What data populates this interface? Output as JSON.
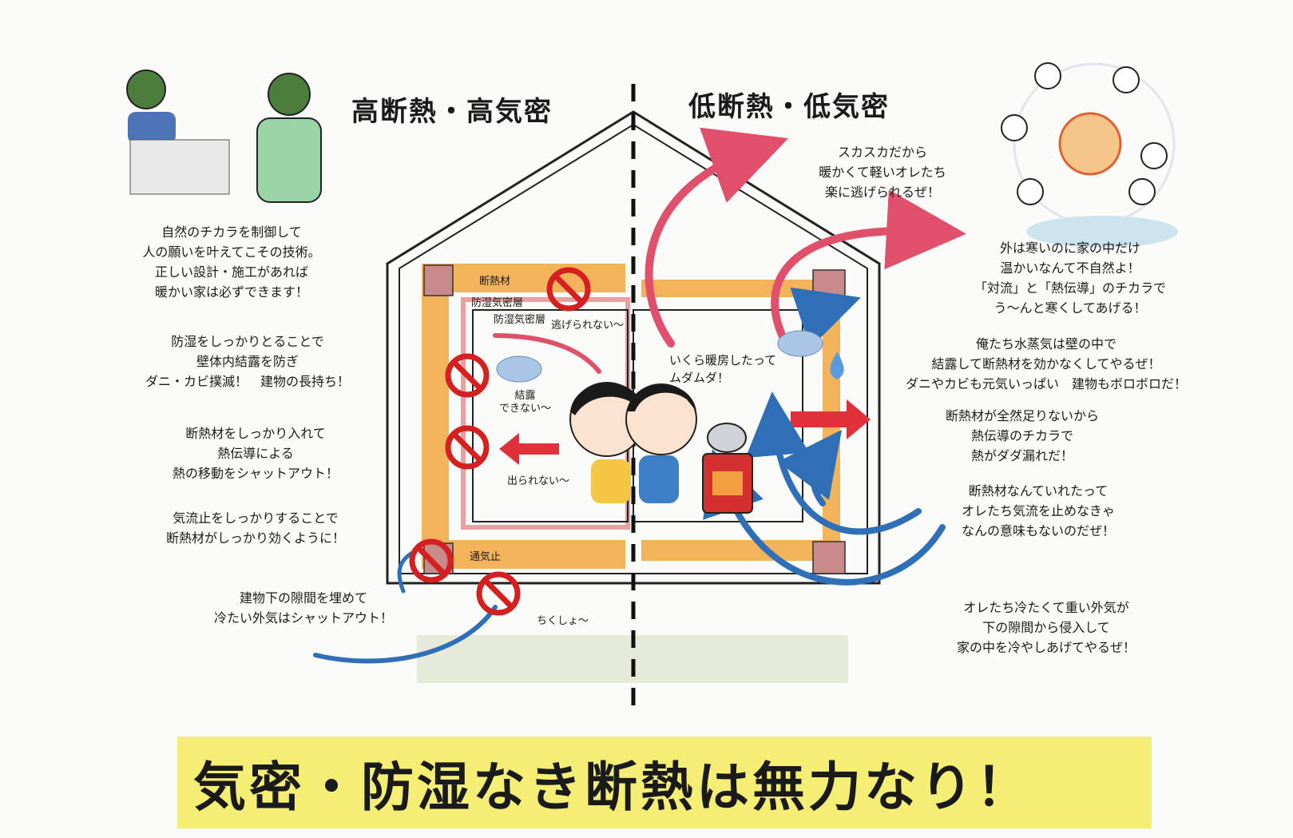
{
  "headings": {
    "left": "高断熱・高気密",
    "right": "低断熱・低気密"
  },
  "left_texts": [
    "自然のチカラを制御して\n人の願いを叶えてこその技術。\n正しい設計・施工があれば\n暖かい家は必ずできます！",
    "防湿をしっかりとることで\n壁体内結露を防ぎ\nダニ・カビ撲滅！　建物の長持ち！",
    "断熱材をしっかり入れて\n熱伝導による\n熱の移動をシャットアウト！",
    "気流止をしっかりすることで\n断熱材がしっかり効くように！",
    "建物下の隙間を埋めて\n冷たい外気はシャットアウト！"
  ],
  "right_texts": [
    "スカスカだから\n暖かくて軽いオレたち\n楽に逃げられるぜ！",
    "外は寒いのに家の中だけ\n温かいなんて不自然よ！\n「対流」と「熱伝導」のチカラで\nう〜んと寒くしてあげる！",
    "俺たち水蒸気は壁の中で\n結露して断熱材を効かなくしてやるぜ！\nダニやカビも元気いっぱい　建物もボロボロだ！",
    "断熱材が全然足りないから\n熱伝導のチカラで\n熱がダダ漏れだ！",
    "断熱材なんていれたって\nオレたち気流を止めなきゃ\nなんの意味もないのだぜ！",
    "オレたち冷たくて重い外気が\n下の隙間から侵入して\n家の中を冷やしあげてやるぜ！"
  ],
  "house_labels": {
    "insulation": "断熱材",
    "vapor_barrier": "防湿気密層",
    "vapor_barrier_2": "防湿気密層",
    "cant_escape": "逃げられない〜",
    "no_condensation": "結露\nできない〜",
    "cant_exit": "出られない〜",
    "airflow_stop": "通気止",
    "damn": "ちくしょ〜",
    "heating_wasted": "いくら暖房したって\nムダムダ！"
  },
  "banner": "気密・防湿なき断熱は無力なり！",
  "colors": {
    "insulation": "#f3b35a",
    "corner": "#c98a8a",
    "no_sign": "#d42020",
    "warm_arrow": "#e0506a",
    "cold_arrow": "#2f6fb8",
    "banner_bg": "#f4ee74"
  }
}
